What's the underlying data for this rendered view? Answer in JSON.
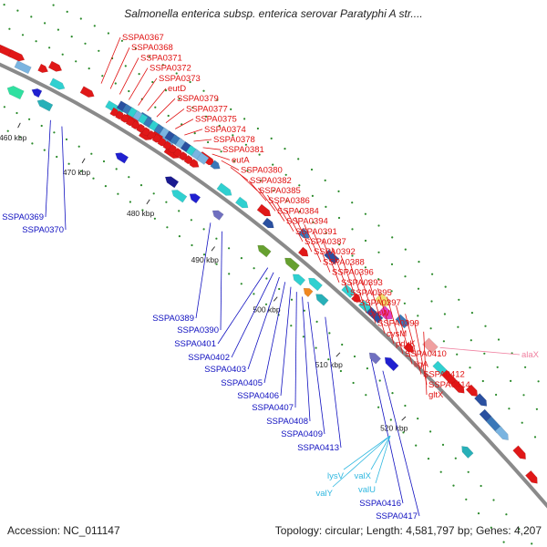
{
  "header": {
    "title": "Salmonella enterica subsp. enterica serovar Paratyphi A str...."
  },
  "footer": {
    "accession": "Accession: NC_011147",
    "summary": "Topology: circular; Length: 4,581,797 bp; Genes: 4,207"
  },
  "colors": {
    "backbone": "#8a8a8a",
    "forward_label": "#e01010",
    "reverse_label": "#1010c0",
    "trna_label": "#30b8e0",
    "pseudo_label": "#f080a0",
    "tick": "#2a8a2a"
  },
  "ticks": [
    "460 kbp",
    "470 kbp",
    "480 kbp",
    "490 kbp",
    "500 kbp",
    "510 kbp",
    "520 kbp"
  ],
  "labels": {
    "forward": [
      "SSPA0367",
      "SSPA0368",
      "SSPA0371",
      "SSPA0372",
      "SSPA0373",
      "eutD",
      "SSPA0379",
      "SSPA0377",
      "SSPA0375",
      "SSPA0374",
      "SSPA0378",
      "SSPA0381",
      "eutA",
      "SSPA0380",
      "SSPA0382",
      "SSPA0385",
      "SSPA0386",
      "SSPA0384",
      "SSPA0394",
      "SSPA0391",
      "SSPA0387",
      "SSPA0392",
      "SSPA0388",
      "SSPA0396",
      "SSPA0393",
      "SSPA0395",
      "SSPA0397",
      "cysW",
      "SSPA0399",
      "cysM",
      "pdxK",
      "SSPA0410",
      "ligA",
      "SSPA0412",
      "SSPA0414",
      "gltX"
    ],
    "pseudo": [
      "alaX"
    ],
    "reverse": [
      "SSPA0369",
      "SSPA0370",
      "SSPA0389",
      "SSPA0390",
      "SSPA0401",
      "SSPA0402",
      "SSPA0403",
      "SSPA0405",
      "SSPA0406",
      "SSPA0407",
      "SSPA0408",
      "SSPA0409",
      "SSPA0413",
      "SSPA0416",
      "SSPA0417"
    ],
    "trna": [
      "lysV",
      "valX",
      "valY",
      "valU"
    ]
  }
}
